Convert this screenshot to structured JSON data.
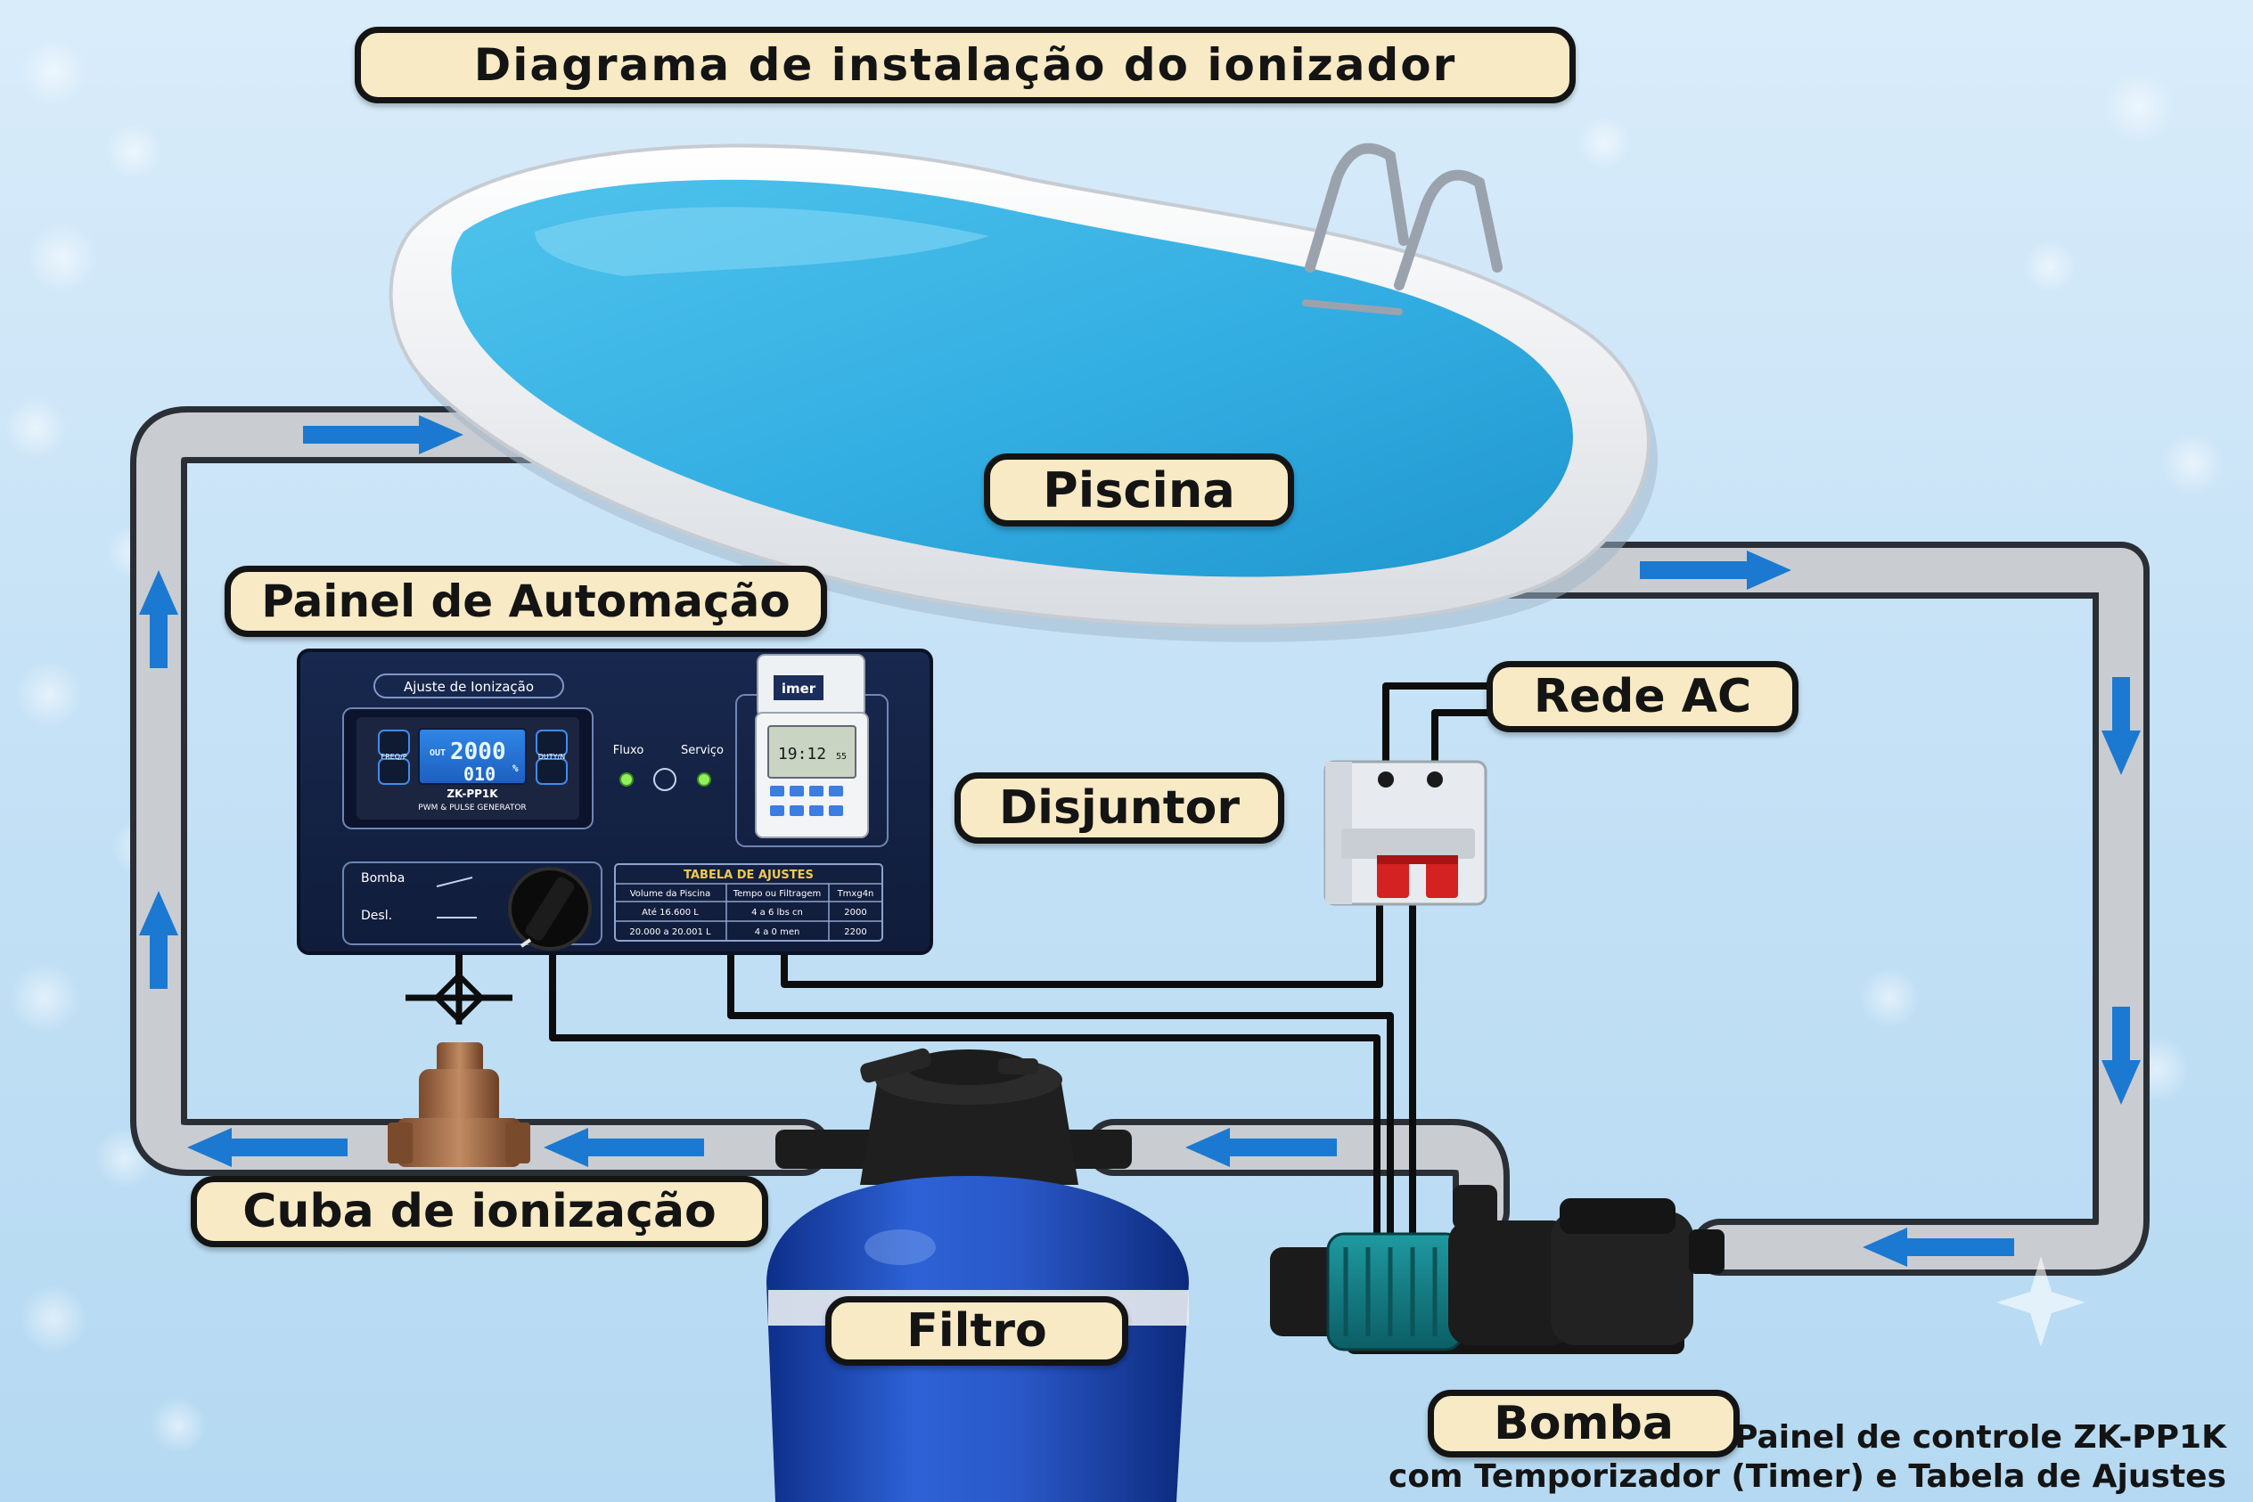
{
  "title": "Diagrama de instalação do ionizador",
  "labels": {
    "pool": "Piscina",
    "panel": "Painel de Automação",
    "ac": "Rede AC",
    "breaker": "Disjuntor",
    "cell": "Cuba de ionização",
    "filter": "Filtro",
    "pump": "Bomba"
  },
  "caption": {
    "line1": "Painel de controle ZK-PP1K",
    "line2": "com Temporizador (Timer) e Tabela de Ajustes"
  },
  "panel": {
    "header": "Ajuste de Ionização",
    "lcd_line1": "2000",
    "lcd_out": "OUT",
    "lcd_line2": "010",
    "lcd_unit": "%",
    "model": "ZK-PP1K",
    "model_sub": "PWM & PULSE GENERATOR",
    "left_button_label": "FREQ/P",
    "right_button_label": "DUTY/N",
    "indicator_flow": "Fluxo",
    "indicator_service": "Serviço",
    "timer_brand": "imer",
    "timer_display": "19:12",
    "timer_display_suffix": "55",
    "switch_pump": "Bomba",
    "switch_off": "Desl.",
    "table": {
      "title": "TABELA DE AJUSTES",
      "headers": [
        "Volume da Piscina",
        "Tempo ou Filtragem",
        "Tmxg4n"
      ],
      "rows": [
        [
          "Até 16.600 L",
          "4 a 6 lbs cn",
          "2000"
        ],
        [
          "20.000 a 20.001 L",
          "4 a 0 men",
          "2200"
        ]
      ]
    }
  }
}
